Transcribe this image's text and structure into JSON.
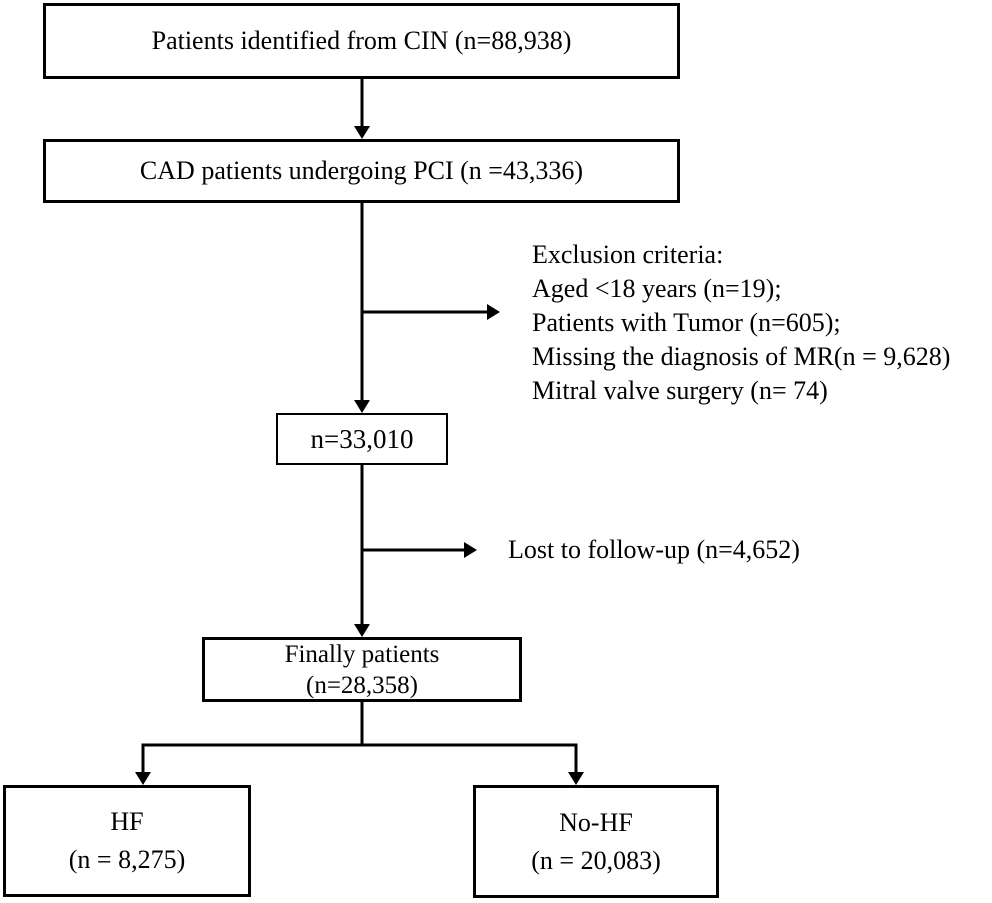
{
  "nodes": {
    "identified": {
      "text": "Patients identified from CIN (n=88,938)"
    },
    "cad_pci": {
      "text": "CAD patients undergoing PCI (n =43,336)"
    },
    "after_exclusion": {
      "text": "n=33,010"
    },
    "final": {
      "line1": "Finally patients",
      "line2": "(n=28,358)"
    },
    "hf": {
      "line1": "HF",
      "line2": "(n = 8,275)"
    },
    "no_hf": {
      "line1": "No-HF",
      "line2": "(n = 20,083)"
    }
  },
  "annotations": {
    "exclusion": {
      "lines": [
        "Exclusion criteria:",
        "Aged <18 years (n=19);",
        "Patients with Tumor (n=605);",
        "Missing the diagnosis of MR(n = 9,628)",
        "Mitral valve surgery (n= 74)"
      ]
    },
    "lost_to_follow_up": "Lost to follow-up (n=4,652)"
  },
  "colors": {
    "line": "#000000",
    "background": "#ffffff",
    "text": "#000000"
  }
}
